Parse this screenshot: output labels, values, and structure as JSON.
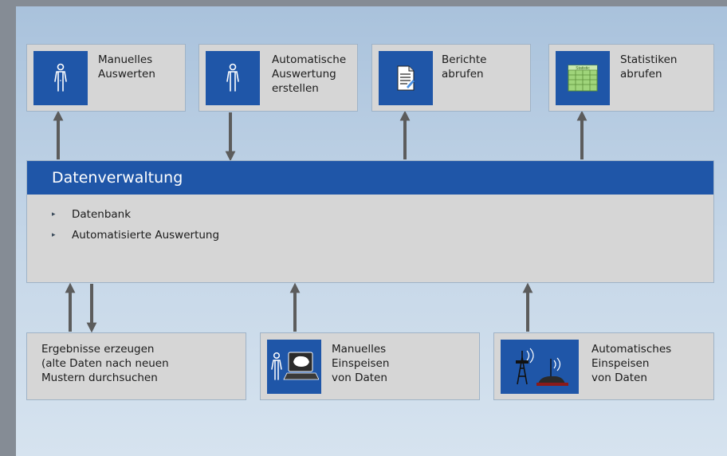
{
  "diagram": {
    "top_boxes": [
      {
        "label": "Manuelles\nAuswerten",
        "icon": "person-icon"
      },
      {
        "label": "Automatische\nAuswertung\nerstellen",
        "icon": "person-icon"
      },
      {
        "label": "Berichte\nabrufen",
        "icon": "report-document-icon"
      },
      {
        "label": "Statistiken\nabrufen",
        "icon": "statistics-table-icon"
      }
    ],
    "data_management": {
      "title": "Datenverwaltung",
      "items": [
        "Datenbank",
        "Automatisierte Auswertung"
      ]
    },
    "bottom_boxes": [
      {
        "label": "Ergebnisse erzeugen\n(alte Daten nach neuen\nMustern durchsuchen"
      },
      {
        "label": "Manuelles\nEinspeisen\nvon Daten",
        "icon": "person-computer-icon"
      },
      {
        "label": "Automatisches\nEinspeisen\nvon Daten",
        "icon": "antenna-vehicle-icon"
      }
    ],
    "statistics_icon_text": "Statistic",
    "colors": {
      "accent_blue": "#1f56a8",
      "box_gray": "#d6d6d6",
      "arrow_gray": "#5c5c5c"
    }
  }
}
